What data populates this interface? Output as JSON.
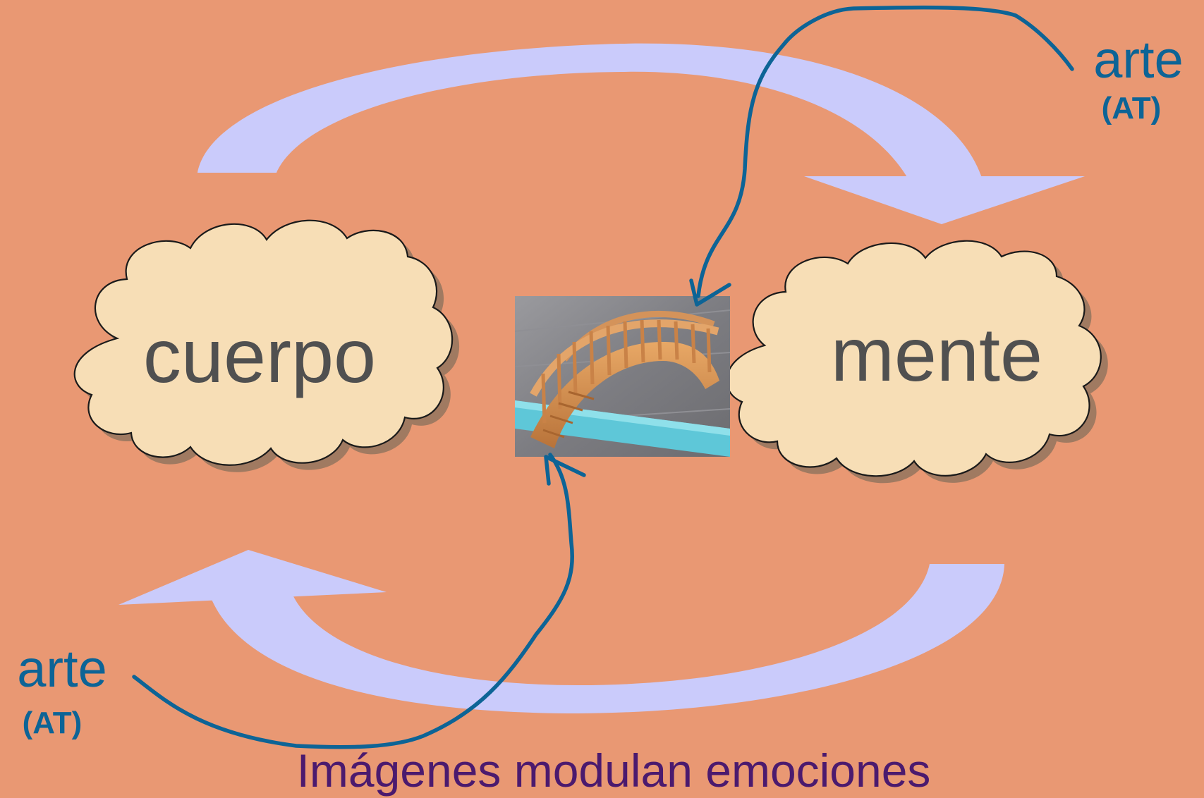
{
  "diagram": {
    "left_node": {
      "label": "cuerpo"
    },
    "right_node": {
      "label": "mente"
    },
    "top_annotation": {
      "label": "arte",
      "sublabel": "(AT)"
    },
    "bottom_annotation": {
      "label": "arte",
      "sublabel": "(AT)"
    },
    "caption": "Imágenes modulan emociones",
    "center_icon": "bridge-image"
  },
  "colors": {
    "background": "#E99873",
    "cloud_fill": "#F7DEB6",
    "cycle_arrow": "#CACBFB",
    "annotation_ink": "#0D6496",
    "node_text": "#505050",
    "caption_text": "#4B1A6E"
  }
}
